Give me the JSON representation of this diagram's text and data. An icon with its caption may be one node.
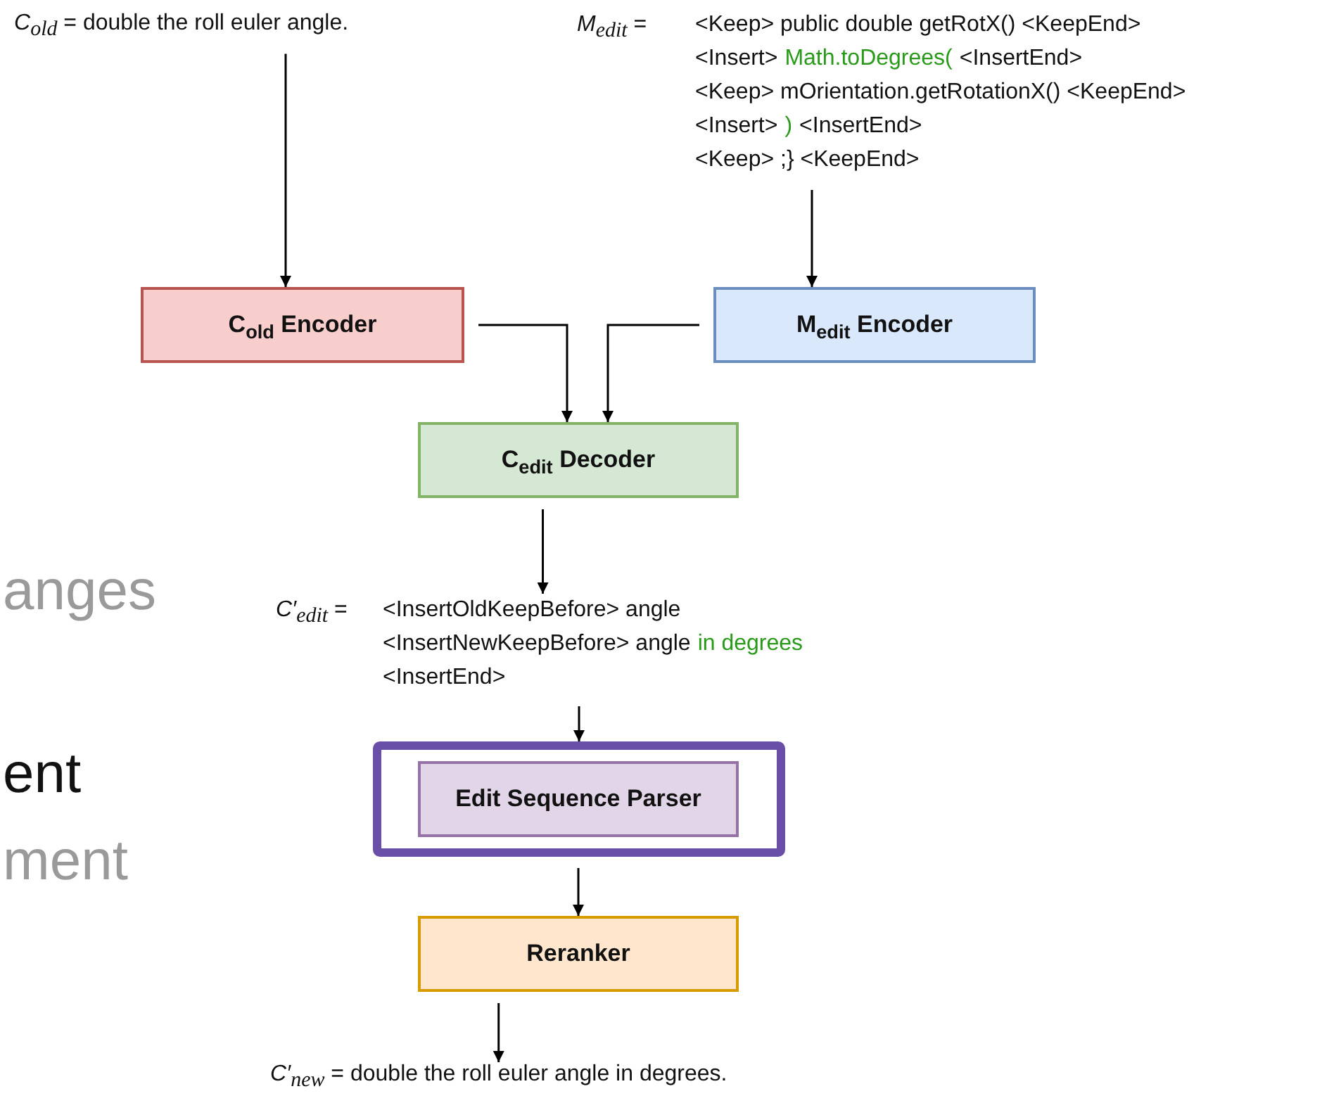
{
  "diagram": {
    "nodes": [
      {
        "text": [
          "*C*$_{old}$ = double the roll euler angle."
        ]
      },
      {
        "text": [
          "*M*$_{edit}$ =",
          "<Keep> public double getRotX() <KeepEnd>",
          "<Insert>",
          "Math.toDegrees(",
          "<InsertEnd>",
          "<Keep> mOrientation.getRotationX() <KeepEnd>",
          "<Insert>",
          ")",
          "<InsertEnd>",
          "<Keep> ;} <KeepEnd>"
        ]
      },
      {
        "text": [
          "C$_{old}$ Encoder"
        ]
      },
      {
        "text": [
          "M$_{edit}$ Encoder"
        ]
      },
      {
        "text": [
          "C$_{edit}$ Decoder"
        ]
      },
      {
        "text": [
          "*C′*$_{edit}$ =",
          "<InsertOldKeepBefore> angle",
          "<InsertNewKeepBefore> angle",
          "in degrees",
          "<InsertEnd>"
        ]
      },
      {
        "text": [],
        "shape": "box"
      },
      {
        "text": [
          "Edit Sequence Parser"
        ],
        "in": 6
      },
      {
        "text": [
          "Reranker"
        ]
      },
      {
        "text": [
          "*C′*$_{new}$ = double the roll euler angle in degrees."
        ]
      }
    ],
    "edges": [
      {
        "from": 0,
        "to": 2,
        "arrow": "to"
      },
      {
        "from": 1,
        "to": 3,
        "arrow": "to"
      },
      {
        "from": 2,
        "to": 4,
        "arrow": "to"
      },
      {
        "from": 3,
        "to": 4,
        "arrow": "to"
      },
      {
        "from": 4,
        "to": 5,
        "arrow": "to"
      },
      {
        "from": 5,
        "to": 6,
        "arrow": "to"
      },
      {
        "from": 6,
        "to": 8,
        "arrow": "to"
      },
      {
        "from": 8,
        "to": 9,
        "arrow": "to"
      }
    ],
    "labels": [
      "anges",
      "ent",
      "ment"
    ]
  }
}
